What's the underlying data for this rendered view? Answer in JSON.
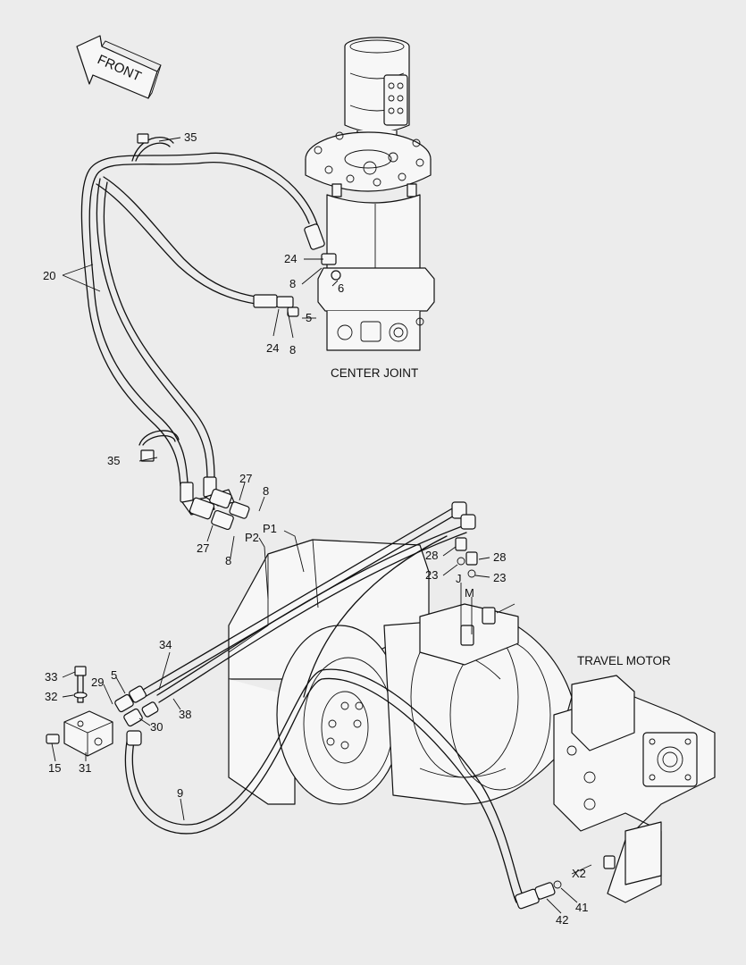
{
  "front_arrow": {
    "label": "FRONT"
  },
  "captions": {
    "center_joint": "CENTER JOINT",
    "travel_motor": "TRAVEL MOTOR"
  },
  "part_labels": {
    "p35a": "35",
    "p35b": "35",
    "p20": "20",
    "p24a": "24",
    "p8a": "8",
    "p6": "6",
    "p5a": "5",
    "p24b": "24",
    "p8b": "8",
    "p27a": "27",
    "p8c": "8",
    "pP1": "P1",
    "pP2": "P2",
    "p27b": "27",
    "p8d": "8",
    "p28a": "28",
    "p28b": "28",
    "p23a": "23",
    "p23b": "23",
    "pJ": "J",
    "pM": "M",
    "p34": "34",
    "p33": "33",
    "p5b": "5",
    "p29": "29",
    "p32": "32",
    "p38": "38",
    "p30": "30",
    "p15": "15",
    "p31": "31",
    "p9": "9",
    "pX2": "X2",
    "p41": "41",
    "p42": "42"
  }
}
